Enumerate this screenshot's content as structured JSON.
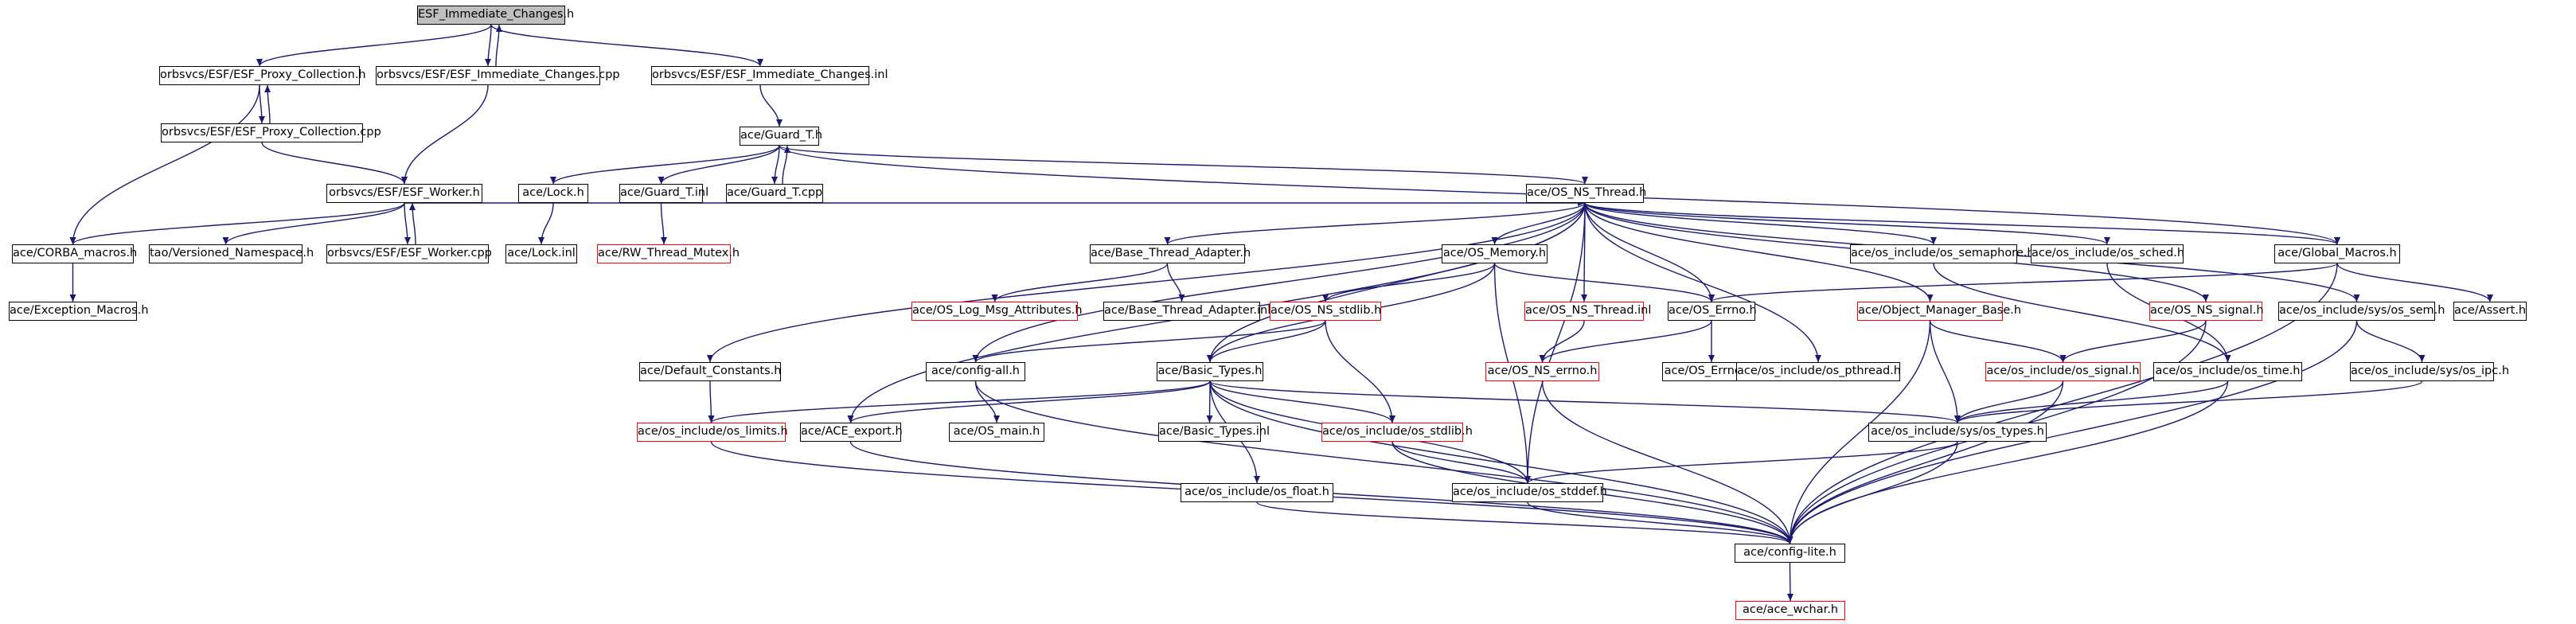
{
  "diagram": {
    "colors": {
      "edge": "#191970",
      "node_border": "#000000",
      "missing_border": "#ff0000",
      "root_fill": "#bfbfbf"
    },
    "nodes": [
      {
        "id": "n0",
        "label": "ESF_Immediate_Changes.h",
        "style": "root"
      },
      {
        "id": "n1",
        "label": "orbsvcs/ESF/ESF_Proxy_Collection.h",
        "style": "normal"
      },
      {
        "id": "n2",
        "label": "orbsvcs/ESF/ESF_Immediate_Changes.cpp",
        "style": "normal"
      },
      {
        "id": "n3",
        "label": "orbsvcs/ESF/ESF_Immediate_Changes.inl",
        "style": "normal"
      },
      {
        "id": "n4",
        "label": "orbsvcs/ESF/ESF_Proxy_Collection.cpp",
        "style": "normal"
      },
      {
        "id": "n5",
        "label": "ace/Guard_T.h",
        "style": "normal"
      },
      {
        "id": "n6",
        "label": "orbsvcs/ESF/ESF_Worker.h",
        "style": "normal"
      },
      {
        "id": "n7",
        "label": "ace/Lock.h",
        "style": "normal"
      },
      {
        "id": "n8",
        "label": "ace/Guard_T.inl",
        "style": "normal"
      },
      {
        "id": "n9",
        "label": "ace/Guard_T.cpp",
        "style": "normal"
      },
      {
        "id": "n10",
        "label": "ace/OS_NS_Thread.h",
        "style": "normal"
      },
      {
        "id": "n11",
        "label": "ace/CORBA_macros.h",
        "style": "normal"
      },
      {
        "id": "n12",
        "label": "tao/Versioned_Namespace.h",
        "style": "normal"
      },
      {
        "id": "n13",
        "label": "orbsvcs/ESF/ESF_Worker.cpp",
        "style": "normal"
      },
      {
        "id": "n14",
        "label": "ace/Lock.inl",
        "style": "normal"
      },
      {
        "id": "n15",
        "label": "ace/RW_Thread_Mutex.h",
        "style": "missing"
      },
      {
        "id": "n16",
        "label": "ace/Base_Thread_Adapter.h",
        "style": "normal"
      },
      {
        "id": "n17",
        "label": "ace/OS_Memory.h",
        "style": "normal"
      },
      {
        "id": "n18",
        "label": "ace/os_include/os_semaphore.h",
        "style": "normal"
      },
      {
        "id": "n19",
        "label": "ace/os_include/os_sched.h",
        "style": "normal"
      },
      {
        "id": "n20",
        "label": "ace/Global_Macros.h",
        "style": "normal"
      },
      {
        "id": "n21",
        "label": "ace/Exception_Macros.h",
        "style": "normal"
      },
      {
        "id": "n22",
        "label": "ace/OS_Log_Msg_Attributes.h",
        "style": "missing"
      },
      {
        "id": "n23",
        "label": "ace/Base_Thread_Adapter.inl",
        "style": "normal"
      },
      {
        "id": "n24",
        "label": "ace/OS_NS_stdlib.h",
        "style": "missing"
      },
      {
        "id": "n25",
        "label": "ace/OS_NS_Thread.inl",
        "style": "missing"
      },
      {
        "id": "n26",
        "label": "ace/OS_Errno.h",
        "style": "normal"
      },
      {
        "id": "n27",
        "label": "ace/Object_Manager_Base.h",
        "style": "missing"
      },
      {
        "id": "n28",
        "label": "ace/OS_NS_signal.h",
        "style": "missing"
      },
      {
        "id": "n29",
        "label": "ace/os_include/sys/os_sem.h",
        "style": "normal"
      },
      {
        "id": "n30",
        "label": "ace/Assert.h",
        "style": "normal"
      },
      {
        "id": "n31",
        "label": "ace/Default_Constants.h",
        "style": "normal"
      },
      {
        "id": "n32",
        "label": "ace/config-all.h",
        "style": "normal"
      },
      {
        "id": "n33",
        "label": "ace/Basic_Types.h",
        "style": "normal"
      },
      {
        "id": "n34",
        "label": "ace/OS_NS_errno.h",
        "style": "missing"
      },
      {
        "id": "n35",
        "label": "ace/OS_Errno.inl",
        "style": "normal"
      },
      {
        "id": "n36",
        "label": "ace/os_include/os_pthread.h",
        "style": "normal"
      },
      {
        "id": "n37",
        "label": "ace/os_include/os_signal.h",
        "style": "missing"
      },
      {
        "id": "n38",
        "label": "ace/os_include/os_time.h",
        "style": "normal"
      },
      {
        "id": "n39",
        "label": "ace/os_include/sys/os_ipc.h",
        "style": "normal"
      },
      {
        "id": "n40",
        "label": "ace/os_include/os_limits.h",
        "style": "missing"
      },
      {
        "id": "n41",
        "label": "ace/ACE_export.h",
        "style": "normal"
      },
      {
        "id": "n42",
        "label": "ace/OS_main.h",
        "style": "normal"
      },
      {
        "id": "n43",
        "label": "ace/Basic_Types.inl",
        "style": "normal"
      },
      {
        "id": "n44",
        "label": "ace/os_include/os_stdlib.h",
        "style": "missing"
      },
      {
        "id": "n45",
        "label": "ace/os_include/sys/os_types.h",
        "style": "normal"
      },
      {
        "id": "n46",
        "label": "ace/os_include/os_float.h",
        "style": "normal"
      },
      {
        "id": "n47",
        "label": "ace/os_include/os_stddef.h",
        "style": "normal"
      },
      {
        "id": "n48",
        "label": "ace/config-lite.h",
        "style": "normal"
      },
      {
        "id": "n49",
        "label": "ace/ace_wchar.h",
        "style": "missing"
      }
    ],
    "edges": [
      [
        "n0",
        "n1"
      ],
      [
        "n0",
        "n2"
      ],
      [
        "n0",
        "n3"
      ],
      [
        "n2",
        "n0"
      ],
      [
        "n1",
        "n4"
      ],
      [
        "n4",
        "n1"
      ],
      [
        "n1",
        "n11"
      ],
      [
        "n4",
        "n6"
      ],
      [
        "n2",
        "n6"
      ],
      [
        "n3",
        "n5"
      ],
      [
        "n5",
        "n7"
      ],
      [
        "n5",
        "n8"
      ],
      [
        "n5",
        "n9"
      ],
      [
        "n9",
        "n5"
      ],
      [
        "n5",
        "n10"
      ],
      [
        "n5",
        "n20"
      ],
      [
        "n6",
        "n11"
      ],
      [
        "n6",
        "n12"
      ],
      [
        "n6",
        "n13"
      ],
      [
        "n13",
        "n6"
      ],
      [
        "n6",
        "n10"
      ],
      [
        "n11",
        "n21"
      ],
      [
        "n7",
        "n14"
      ],
      [
        "n8",
        "n15"
      ],
      [
        "n10",
        "n16"
      ],
      [
        "n10",
        "n17"
      ],
      [
        "n10",
        "n18"
      ],
      [
        "n10",
        "n19"
      ],
      [
        "n10",
        "n20"
      ],
      [
        "n10",
        "n25"
      ],
      [
        "n10",
        "n27"
      ],
      [
        "n10",
        "n28"
      ],
      [
        "n10",
        "n29"
      ],
      [
        "n10",
        "n31"
      ],
      [
        "n10",
        "n32"
      ],
      [
        "n10",
        "n33"
      ],
      [
        "n10",
        "n41"
      ],
      [
        "n10",
        "n47"
      ],
      [
        "n10",
        "n36"
      ],
      [
        "n10",
        "n26"
      ],
      [
        "n16",
        "n22"
      ],
      [
        "n16",
        "n23"
      ],
      [
        "n17",
        "n24"
      ],
      [
        "n17",
        "n26"
      ],
      [
        "n17",
        "n33"
      ],
      [
        "n17",
        "n47"
      ],
      [
        "n20",
        "n26"
      ],
      [
        "n20",
        "n30"
      ],
      [
        "n20",
        "n48"
      ],
      [
        "n18",
        "n38"
      ],
      [
        "n19",
        "n38"
      ],
      [
        "n24",
        "n32"
      ],
      [
        "n24",
        "n33"
      ],
      [
        "n24",
        "n44"
      ],
      [
        "n25",
        "n34"
      ],
      [
        "n26",
        "n34"
      ],
      [
        "n26",
        "n35"
      ],
      [
        "n27",
        "n37"
      ],
      [
        "n27",
        "n45"
      ],
      [
        "n27",
        "n48"
      ],
      [
        "n28",
        "n37"
      ],
      [
        "n28",
        "n48"
      ],
      [
        "n29",
        "n39"
      ],
      [
        "n29",
        "n48"
      ],
      [
        "n31",
        "n40"
      ],
      [
        "n32",
        "n42"
      ],
      [
        "n32",
        "n48"
      ],
      [
        "n33",
        "n40"
      ],
      [
        "n33",
        "n41"
      ],
      [
        "n33",
        "n43"
      ],
      [
        "n33",
        "n44"
      ],
      [
        "n33",
        "n45"
      ],
      [
        "n33",
        "n46"
      ],
      [
        "n33",
        "n47"
      ],
      [
        "n33",
        "n48"
      ],
      [
        "n34",
        "n48"
      ],
      [
        "n37",
        "n45"
      ],
      [
        "n37",
        "n48"
      ],
      [
        "n38",
        "n45"
      ],
      [
        "n38",
        "n48"
      ],
      [
        "n39",
        "n45"
      ],
      [
        "n40",
        "n48"
      ],
      [
        "n41",
        "n48"
      ],
      [
        "n44",
        "n47"
      ],
      [
        "n44",
        "n48"
      ],
      [
        "n45",
        "n47"
      ],
      [
        "n45",
        "n48"
      ],
      [
        "n46",
        "n48"
      ],
      [
        "n47",
        "n48"
      ],
      [
        "n48",
        "n49"
      ]
    ]
  }
}
